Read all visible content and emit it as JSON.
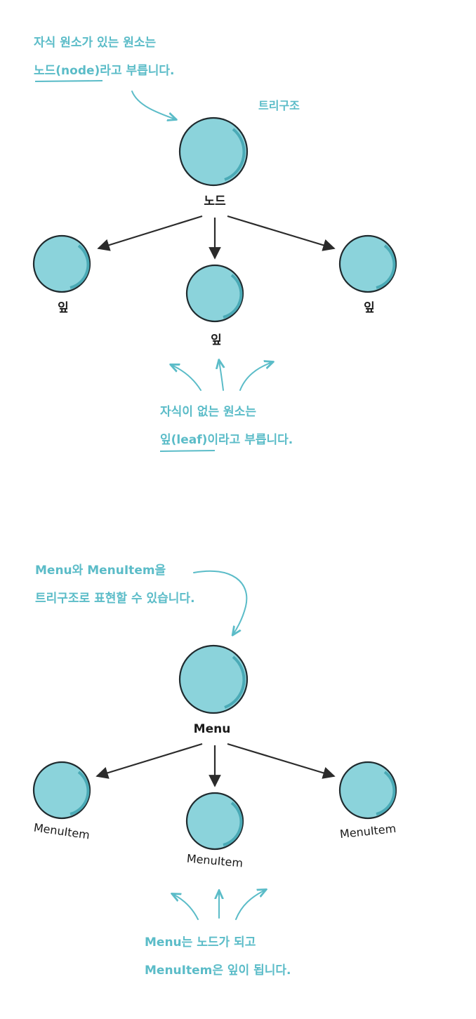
{
  "diagram1": {
    "note_top": [
      "자식 원소가 있는 원소는",
      "노드(node)라고 부릅니다."
    ],
    "title": "트리구조",
    "root_label": "노드",
    "leaf_left": "잎",
    "leaf_center": "잎",
    "leaf_right": "잎",
    "note_bottom": [
      "자식이 없는 원소는",
      "잎(leaf)이라고 부릅니다."
    ]
  },
  "diagram2": {
    "note_top": [
      "Menu와 MenuItem을",
      "트리구조로 표현할 수 있습니다."
    ],
    "root_label": "Menu",
    "item_left": "MenuItem",
    "item_center": "MenuItem",
    "item_right": "MenuItem",
    "note_bottom": [
      "Menu는 노드가 되고",
      "MenuItem은 잎이 됩니다."
    ]
  },
  "colors": {
    "accent": "#5bbcc8",
    "node": "#8bd3db",
    "ink": "#1a1a1a"
  }
}
